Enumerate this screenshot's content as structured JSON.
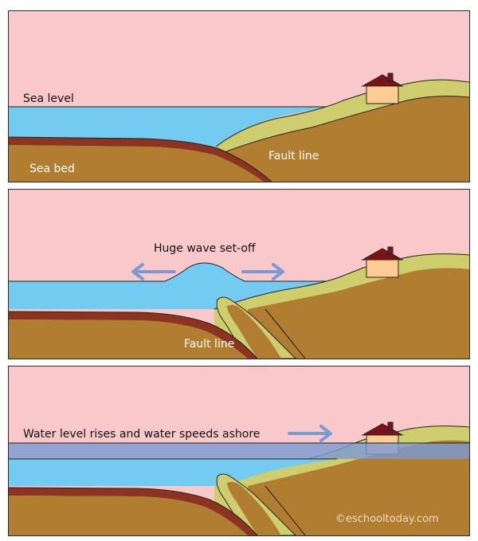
{
  "colors": {
    "sky": "#f9c8cb",
    "water": "#74cbf1",
    "raised_water": "#7e9bd3",
    "earth": "#b07d31",
    "seabed_crust": "#8d3321",
    "grass": "#cfce6f",
    "arrow": "#7b9bd4",
    "house_wall": "#fdcc95",
    "house_roof": "#7b1216",
    "label_dark": "#111111",
    "label_light": "#ffffff",
    "watermark": "#ecdcc0"
  },
  "panel1": {
    "sea_level_label": "Sea level",
    "fault_line_label": "Fault line",
    "sea_bed_label": "Sea bed"
  },
  "panel2": {
    "wave_label": "Huge wave set-off",
    "fault_line_label": "Fault line"
  },
  "panel3": {
    "water_rise_label": "Water level rises and water speeds ashore",
    "watermark": "©eschooltoday.com"
  }
}
